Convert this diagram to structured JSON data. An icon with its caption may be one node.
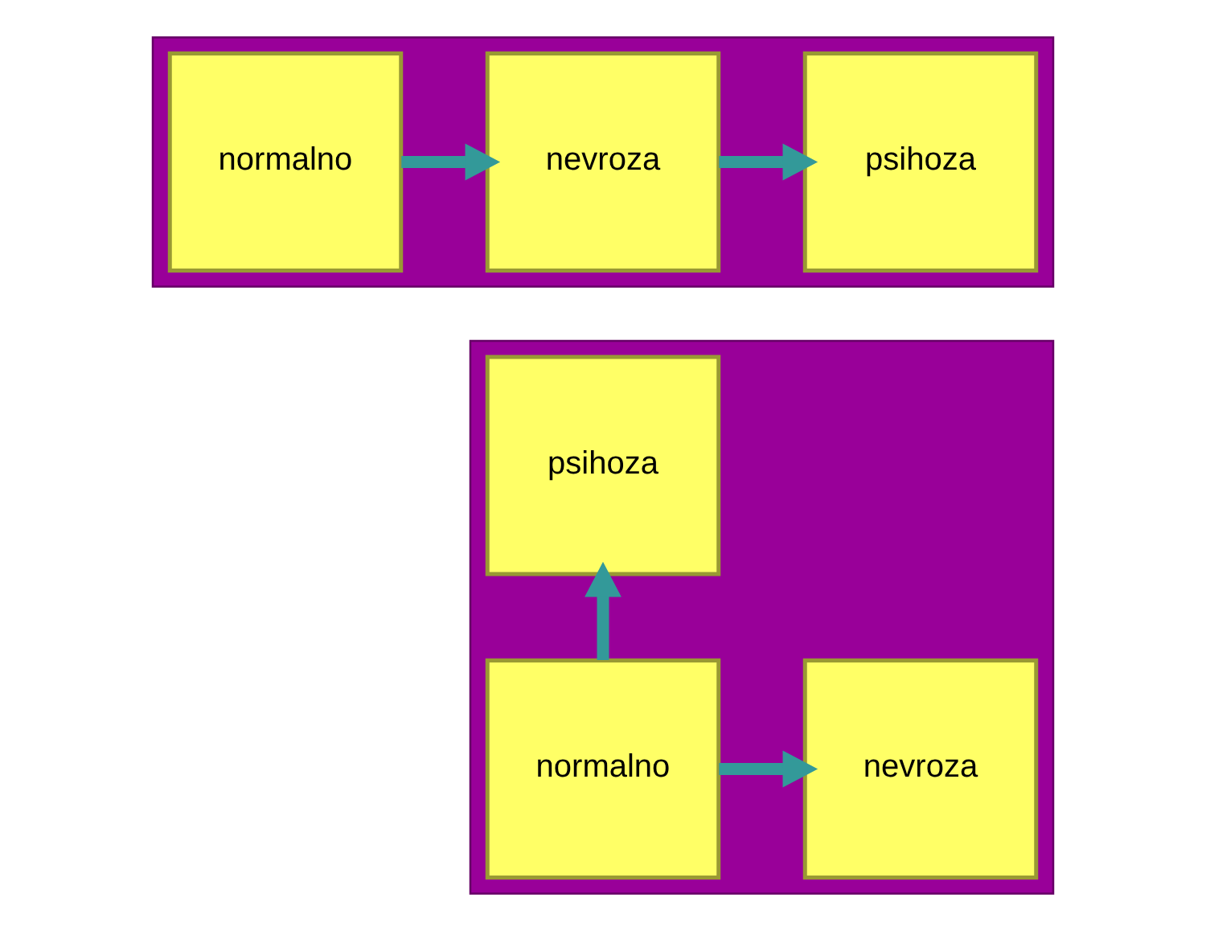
{
  "diagram": {
    "nodes": [
      {
        "text": [],
        "shape": "box"
      },
      {
        "text": [
          "normalno"
        ],
        "in": 0
      },
      {
        "text": [
          "nevroza"
        ],
        "in": 0
      },
      {
        "text": [
          "psihoza"
        ],
        "in": 0
      },
      {
        "text": [],
        "shape": "box"
      },
      {
        "text": [
          "psihoza"
        ],
        "in": 4
      },
      {
        "text": [
          "normalno"
        ],
        "in": 4
      },
      {
        "text": [
          "nevroza"
        ],
        "in": 4
      }
    ],
    "edges": [
      {
        "from": 1,
        "to": 2,
        "arrow": "to"
      },
      {
        "from": 2,
        "to": 3,
        "arrow": "to"
      },
      {
        "from": 6,
        "to": 5,
        "arrow": "to"
      },
      {
        "from": 6,
        "to": 7,
        "arrow": "to"
      }
    ]
  }
}
